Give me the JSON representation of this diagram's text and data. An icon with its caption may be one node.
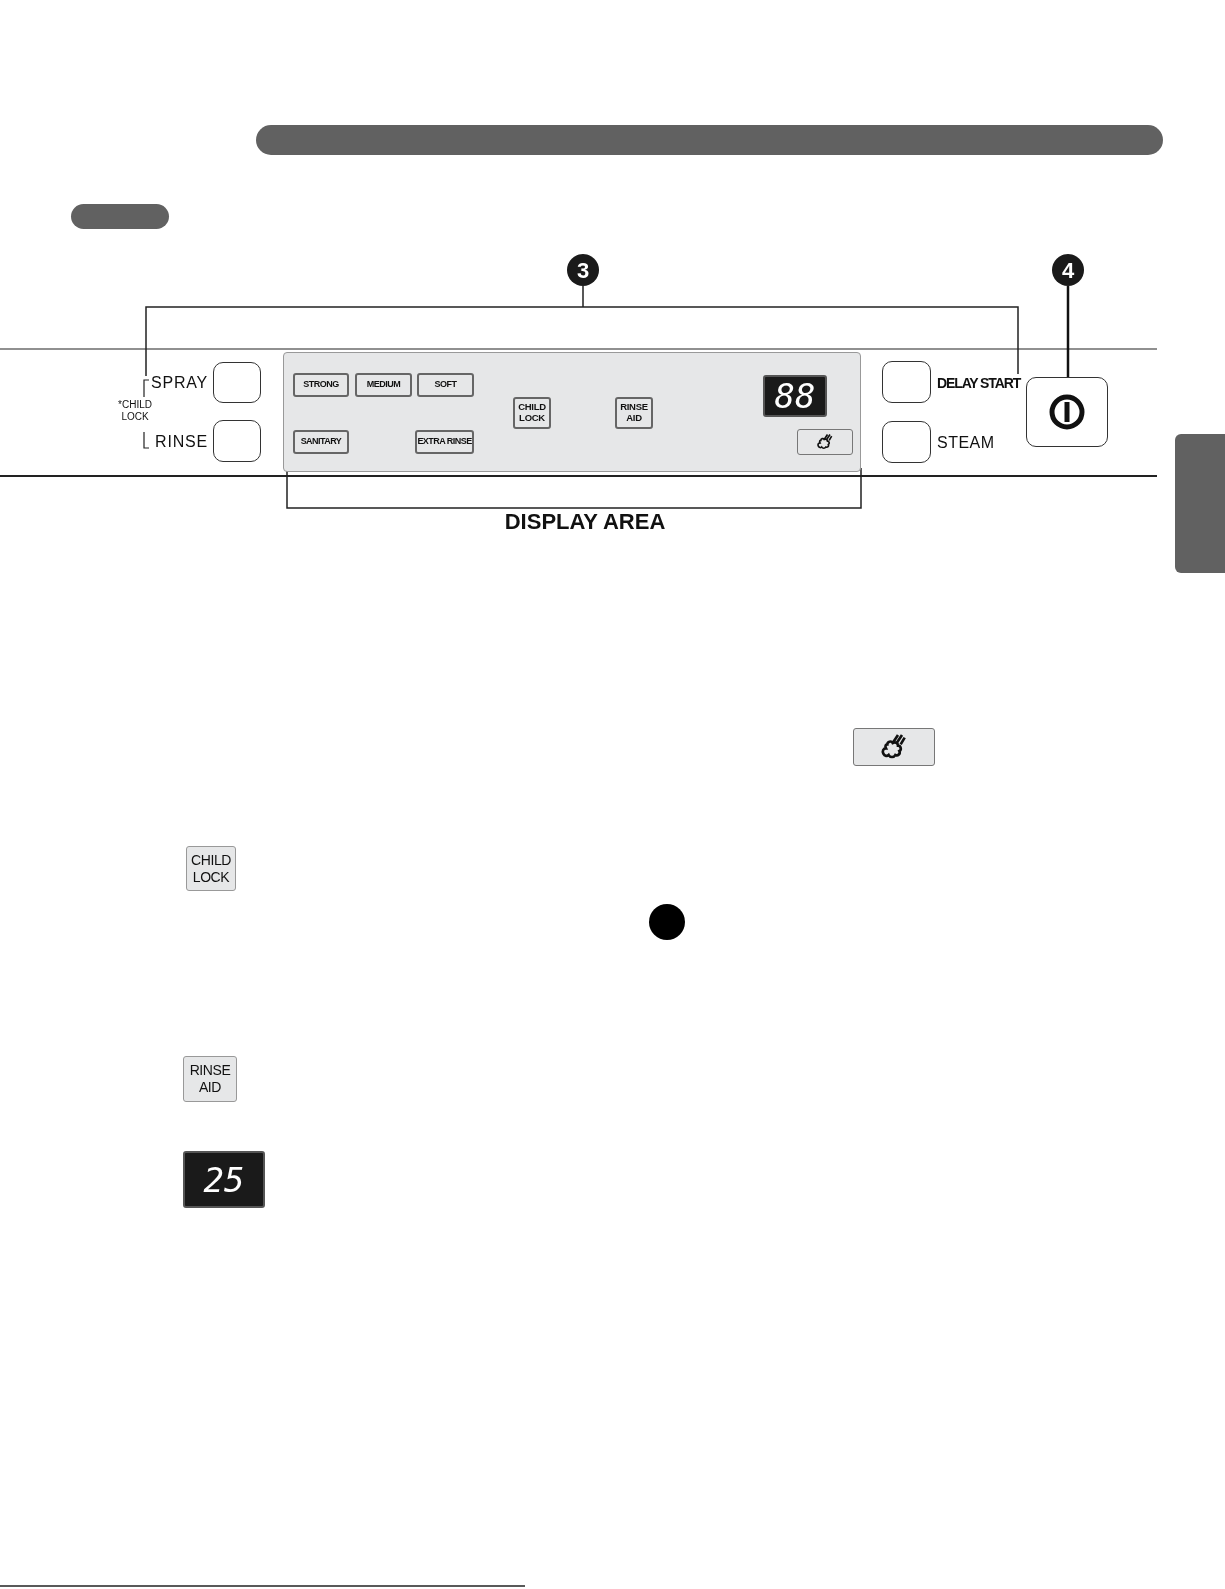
{
  "diagram": {
    "nodes": [
      {
        "text": [
          "3"
        ]
      },
      {
        "text": [
          "4"
        ]
      },
      {
        "text": [],
        "shape": "box",
        "beside": [
          "SPRAY"
        ]
      },
      {
        "text": [],
        "shape": "box",
        "beside": [
          "DISPLAY AREA"
        ]
      },
      {
        "text": [
          "STRONG"
        ],
        "in": 3
      },
      {
        "text": [
          "MEDIUM"
        ],
        "in": 3
      },
      {
        "text": [
          "SOFT"
        ],
        "in": 3
      },
      {
        "text": [
          "CHILD LOCK"
        ],
        "in": 3
      },
      {
        "text": [
          "RINSE AID"
        ],
        "in": 3
      },
      {
        "text": [
          "88"
        ],
        "in": 3
      },
      {
        "text": [],
        "shape": "box",
        "beside": [
          "DELAY START"
        ]
      },
      {
        "text": [],
        "shape": "box"
      },
      {
        "text": [],
        "shape": "box",
        "beside": [
          "RINSE"
        ]
      },
      {
        "text": [
          "SANITARY"
        ],
        "in": 3
      },
      {
        "text": [
          "EXTRA RINSE"
        ],
        "in": 3
      },
      {
        "text": [],
        "shape": "box",
        "in": 3
      },
      {
        "text": [],
        "shape": "box",
        "beside": [
          "STEAM"
        ]
      },
      {
        "text": [],
        "shape": "box"
      },
      {
        "text": [
          "CHILD LOCK"
        ]
      },
      {
        "text": [],
        "shape": "circle"
      },
      {
        "text": [
          "RINSE AID"
        ]
      },
      {
        "text": [
          "25"
        ]
      },
      {
        "text": [],
        "shape": "bar"
      },
      {
        "text": [],
        "shape": "bar"
      },
      {
        "text": [],
        "shape": "box"
      }
    ],
    "edges": [
      {
        "from": 1,
        "to": 11,
        "arrow": "none"
      }
    ],
    "labels": [
      "*CHILD LOCK"
    ]
  }
}
